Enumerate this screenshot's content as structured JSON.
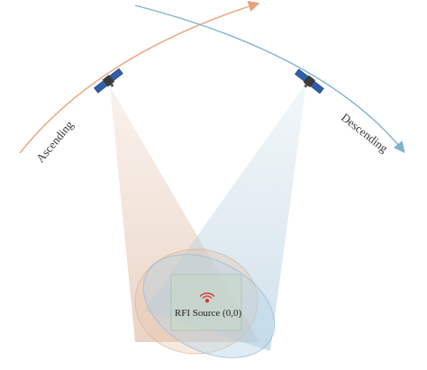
{
  "diagram": {
    "ascending_label": "Ascending",
    "descending_label": "Descending",
    "rfi_label": "RFI Source (0,0)",
    "ascending_color": "#e8a27a",
    "descending_color": "#7fb2cf",
    "icon": "rfi-broadcast-icon"
  }
}
